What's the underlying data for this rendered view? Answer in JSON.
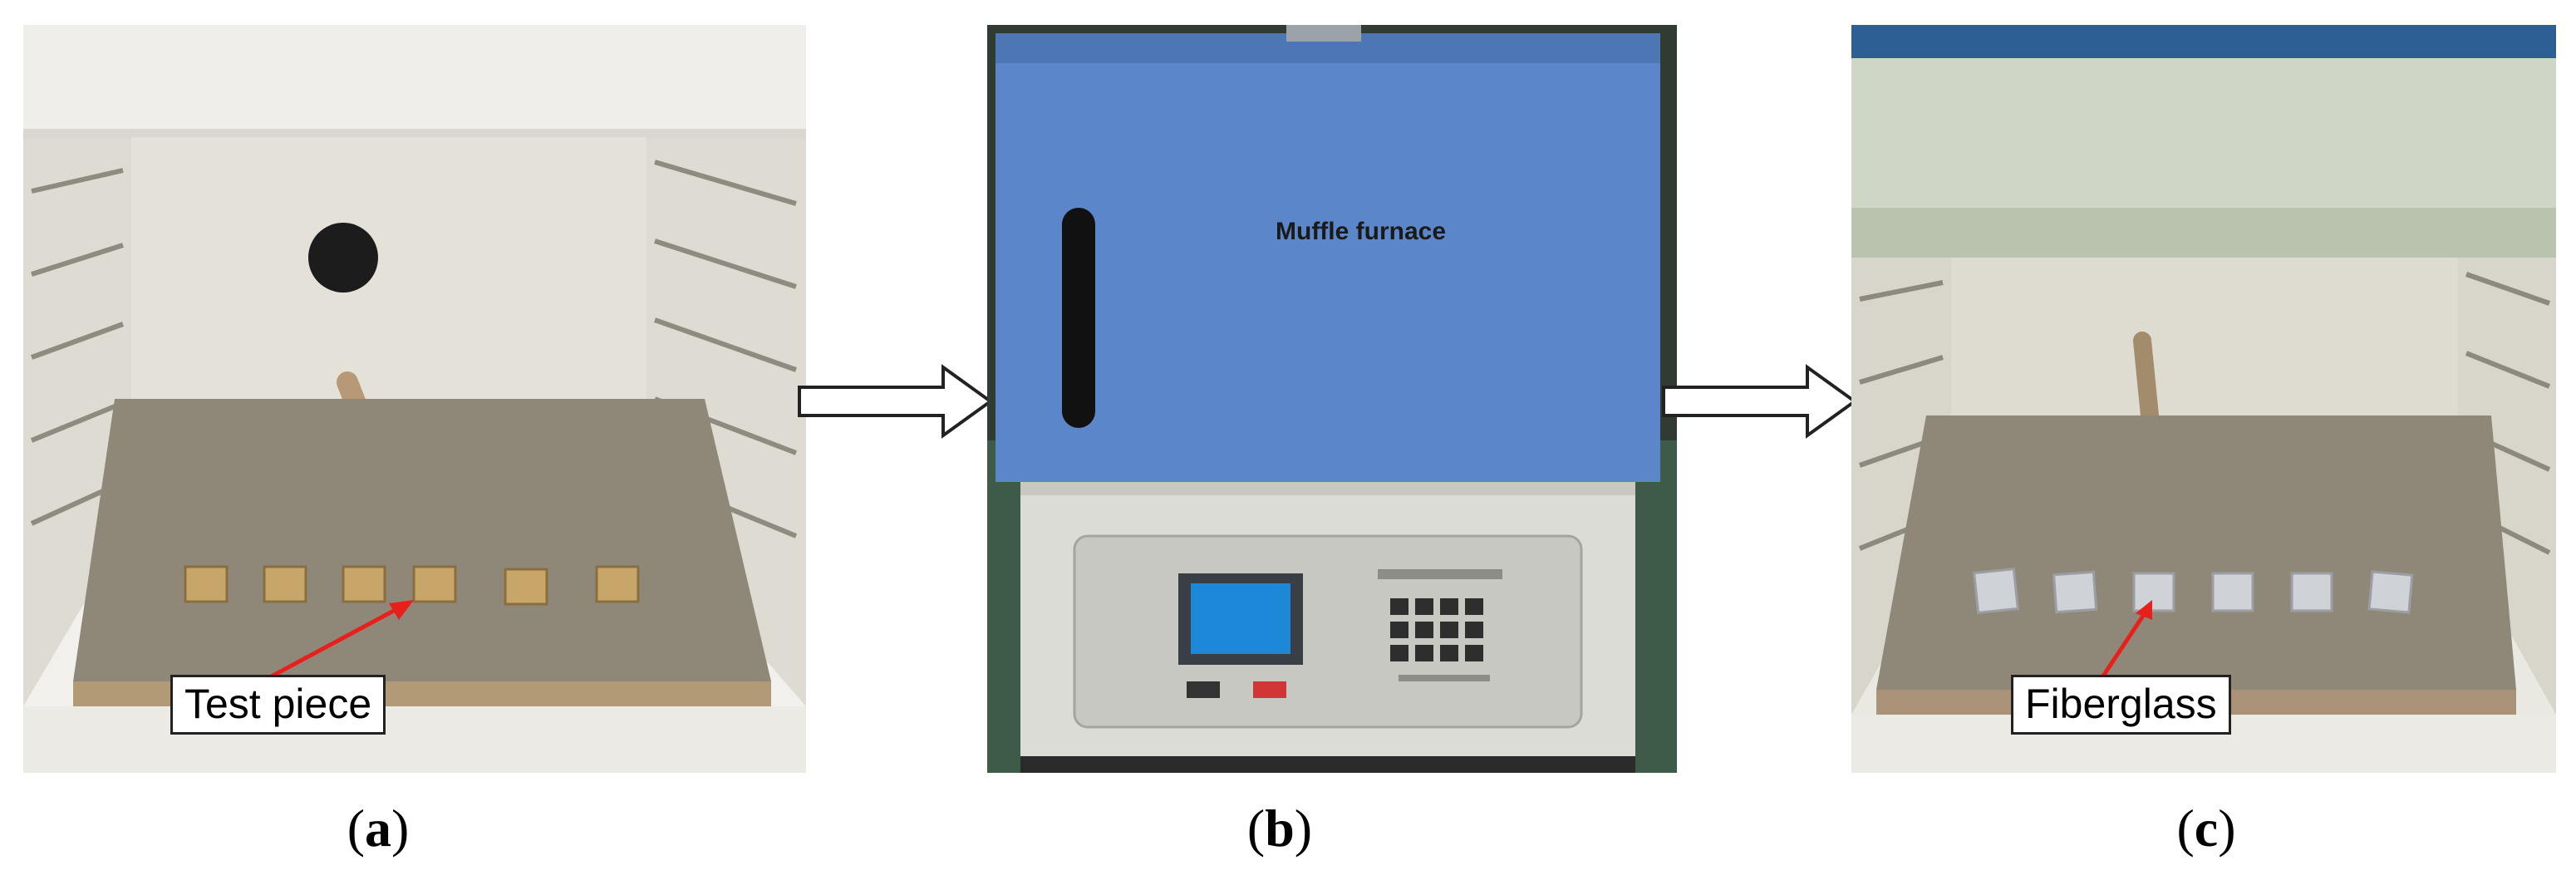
{
  "panels": {
    "a": {
      "caption_open": "(",
      "caption_letter": "a",
      "caption_close": ")",
      "label": "Test piece"
    },
    "b": {
      "caption_open": "(",
      "caption_letter": "b",
      "caption_close": ")",
      "label": "Muffle furnace"
    },
    "c": {
      "caption_open": "(",
      "caption_letter": "c",
      "caption_close": ")",
      "label": "Fiberglass"
    }
  },
  "colors": {
    "furnace_blue": "#5b86c9",
    "furnace_body": "#dcdcd6",
    "annotation_red": "#e8201c",
    "chamber_wall": "#e6e4dc",
    "hearth": "#8f8878"
  }
}
